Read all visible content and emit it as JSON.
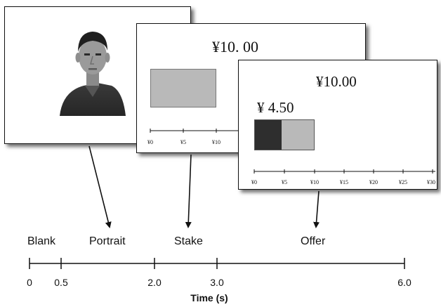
{
  "screens": {
    "stake": {
      "amount": "¥10. 00",
      "scale_ticks": [
        "¥0",
        "¥5",
        "¥10"
      ]
    },
    "offer": {
      "total": "¥10.00",
      "offer_amount": "¥ 4.50",
      "scale_ticks": [
        "¥0",
        "¥5",
        "¥10",
        "¥15",
        "¥20",
        "¥25",
        "¥30"
      ]
    }
  },
  "timeline": {
    "events": [
      "Blank",
      "Portrait",
      "Stake",
      "Offer"
    ],
    "ticks": [
      "0",
      "0.5",
      "2.0",
      "3.0",
      "6.0"
    ],
    "axis_title": "Time (s)"
  },
  "colors": {
    "stake_bar": "#b9b9b9",
    "offer_proposer_share": "#2e2e2e",
    "offer_responder_share": "#b9b9b9"
  }
}
